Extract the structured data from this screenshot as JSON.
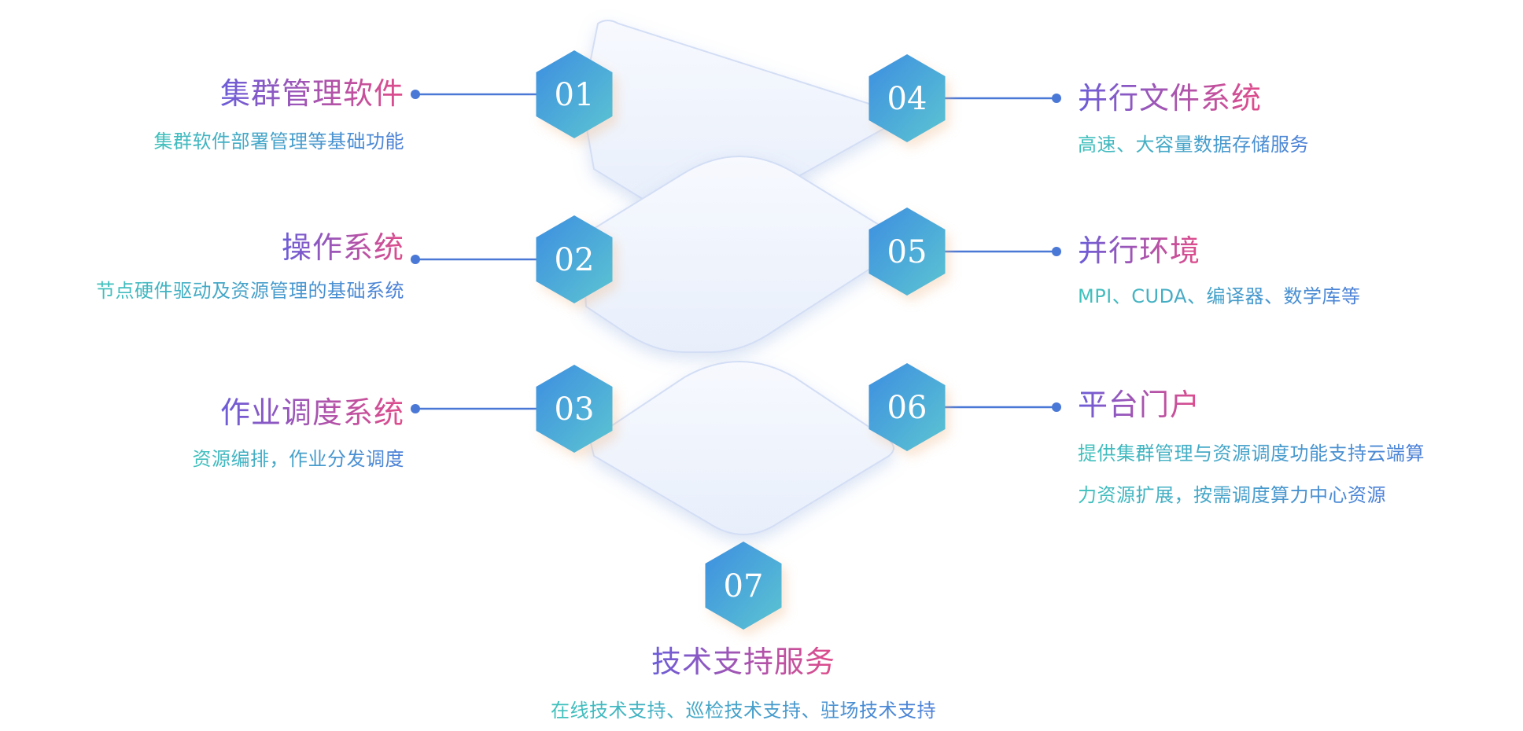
{
  "items": [
    {
      "number": "01",
      "title": "集群管理软件",
      "desc": [
        "集群软件部署管理等基础功能"
      ]
    },
    {
      "number": "02",
      "title": "操作系统",
      "desc": [
        "节点硬件驱动及资源管理的基础系统"
      ]
    },
    {
      "number": "03",
      "title": "作业调度系统",
      "desc": [
        "资源编排，作业分发调度"
      ]
    },
    {
      "number": "04",
      "title": "并行文件系统",
      "desc": [
        "高速、大容量数据存储服务"
      ]
    },
    {
      "number": "05",
      "title": "并行环境",
      "desc": [
        "MPI、CUDA、编译器、数学库等"
      ]
    },
    {
      "number": "06",
      "title": "平台门户",
      "desc": [
        "提供集群管理与资源调度功能支持云端算",
        "力资源扩展，按需调度算力中心资源"
      ]
    },
    {
      "number": "07",
      "title": "技术支持服务",
      "desc": [
        "在线技术支持、巡检技术支持、驻场技术支持"
      ]
    }
  ],
  "colors": {
    "hex_start": "#3d8ee0",
    "hex_end": "#5cc5d2",
    "connector": "#4a78d6",
    "title_start": "#6b5dd8",
    "title_end": "#e04c8a",
    "desc_start": "#40c2bc",
    "desc_end": "#4d80d8",
    "diamond": "#e9f0fb"
  }
}
